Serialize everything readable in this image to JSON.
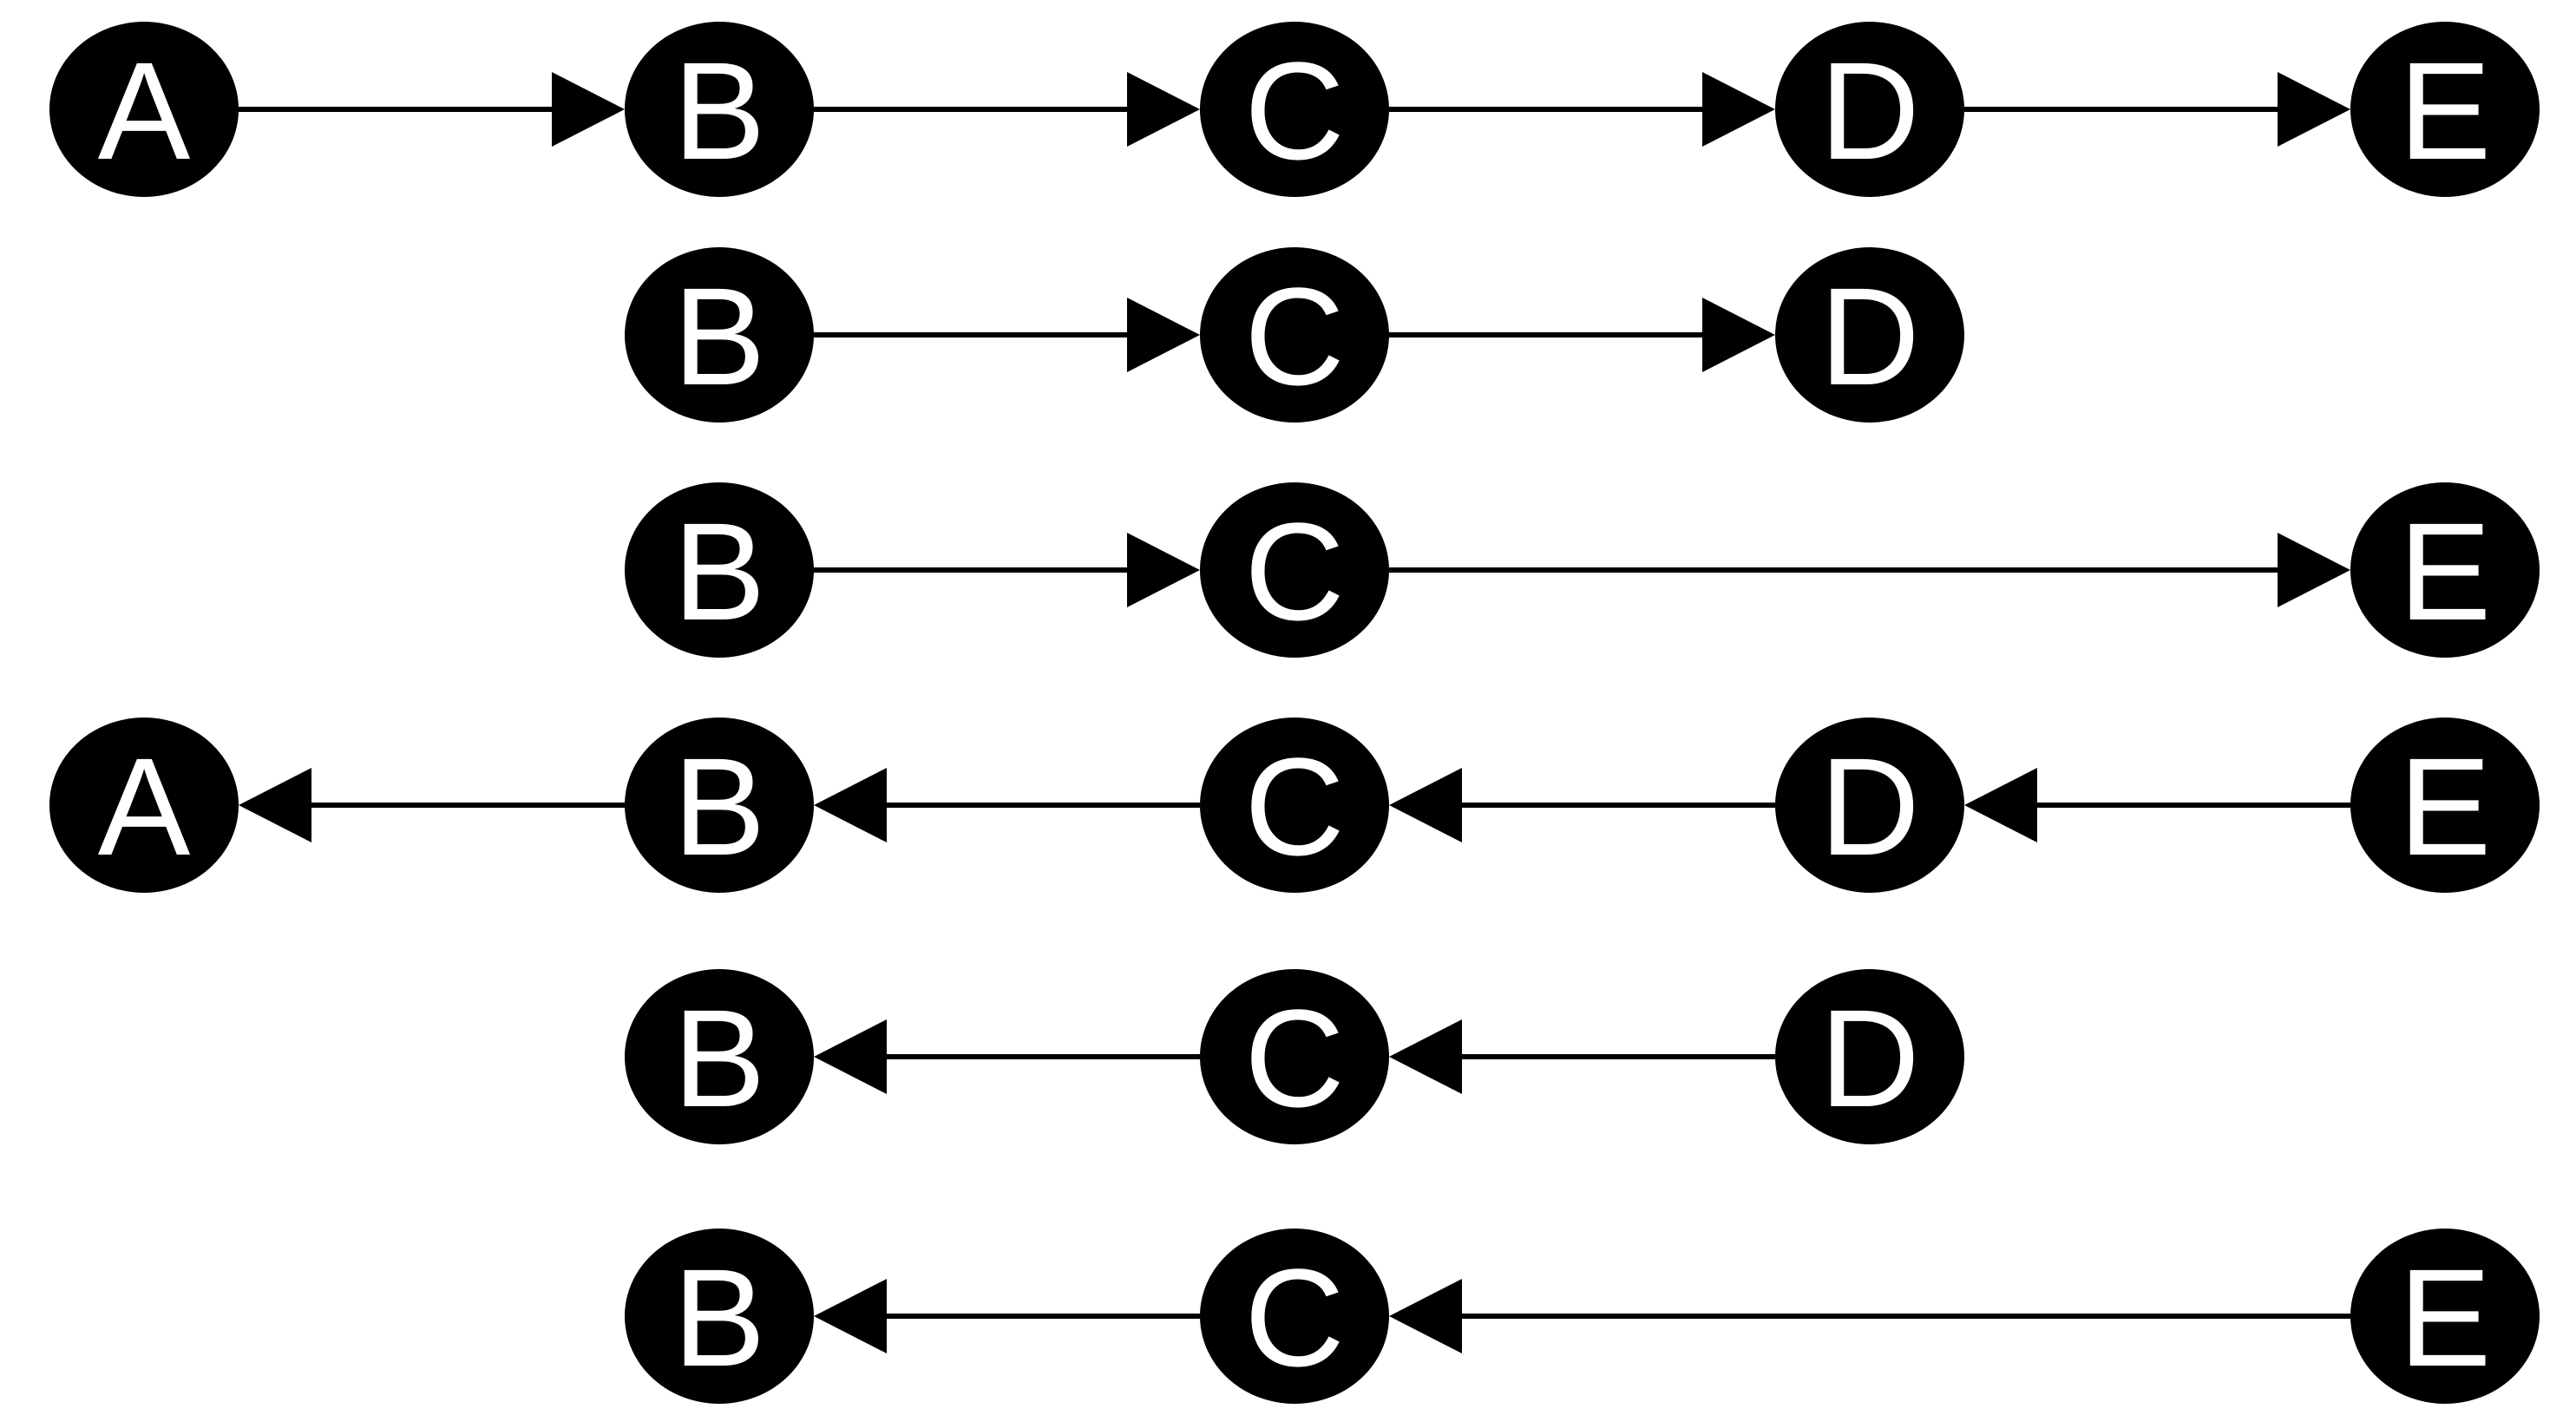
{
  "colors": {
    "background": "#ffffff",
    "node_fill": "#000000",
    "label": "#ffffff",
    "edge": "#000000"
  },
  "node_shape": "black-ellipse",
  "rows": [
    {
      "nodes": [
        {
          "id": "r1-a",
          "label": "A"
        },
        {
          "id": "r1-b",
          "label": "B"
        },
        {
          "id": "r1-c",
          "label": "C"
        },
        {
          "id": "r1-d",
          "label": "D"
        },
        {
          "id": "r1-e",
          "label": "E"
        }
      ],
      "edges": [
        {
          "from": "r1-a",
          "to": "r1-b"
        },
        {
          "from": "r1-b",
          "to": "r1-c"
        },
        {
          "from": "r1-c",
          "to": "r1-d"
        },
        {
          "from": "r1-d",
          "to": "r1-e"
        }
      ]
    },
    {
      "nodes": [
        {
          "id": "r2-b",
          "label": "B"
        },
        {
          "id": "r2-c",
          "label": "C"
        },
        {
          "id": "r2-d",
          "label": "D"
        }
      ],
      "edges": [
        {
          "from": "r2-b",
          "to": "r2-c"
        },
        {
          "from": "r2-c",
          "to": "r2-d"
        }
      ]
    },
    {
      "nodes": [
        {
          "id": "r3-b",
          "label": "B"
        },
        {
          "id": "r3-c",
          "label": "C"
        },
        {
          "id": "r3-e",
          "label": "E"
        }
      ],
      "edges": [
        {
          "from": "r3-b",
          "to": "r3-c"
        },
        {
          "from": "r3-c",
          "to": "r3-e"
        }
      ]
    },
    {
      "nodes": [
        {
          "id": "r4-a",
          "label": "A"
        },
        {
          "id": "r4-b",
          "label": "B"
        },
        {
          "id": "r4-c",
          "label": "C"
        },
        {
          "id": "r4-d",
          "label": "D"
        },
        {
          "id": "r4-e",
          "label": "E"
        }
      ],
      "edges": [
        {
          "from": "r4-e",
          "to": "r4-d"
        },
        {
          "from": "r4-d",
          "to": "r4-c"
        },
        {
          "from": "r4-c",
          "to": "r4-b"
        },
        {
          "from": "r4-b",
          "to": "r4-a"
        }
      ]
    },
    {
      "nodes": [
        {
          "id": "r5-b",
          "label": "B"
        },
        {
          "id": "r5-c",
          "label": "C"
        },
        {
          "id": "r5-d",
          "label": "D"
        }
      ],
      "edges": [
        {
          "from": "r5-d",
          "to": "r5-c"
        },
        {
          "from": "r5-c",
          "to": "r5-b"
        }
      ]
    },
    {
      "nodes": [
        {
          "id": "r6-b",
          "label": "B"
        },
        {
          "id": "r6-c",
          "label": "C"
        },
        {
          "id": "r6-e",
          "label": "E"
        }
      ],
      "edges": [
        {
          "from": "r6-e",
          "to": "r6-c"
        },
        {
          "from": "r6-c",
          "to": "r6-b"
        }
      ]
    }
  ]
}
